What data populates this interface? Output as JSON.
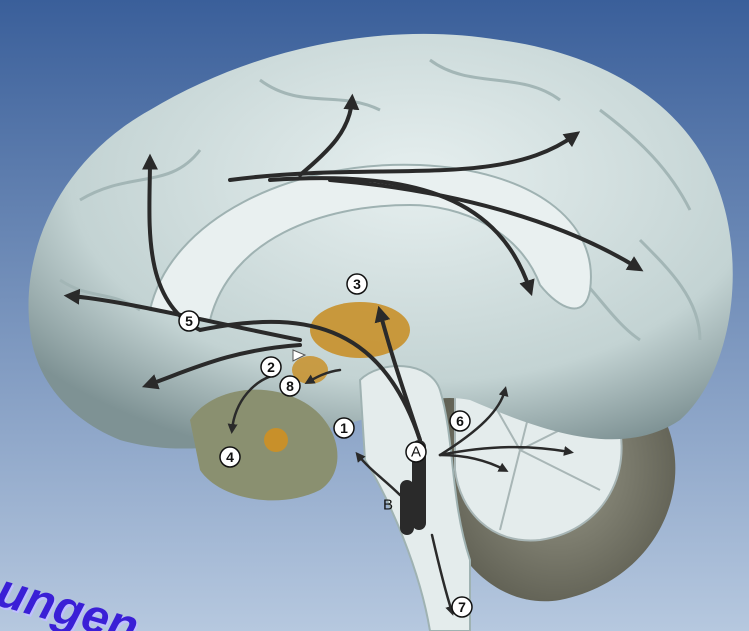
{
  "labels": {
    "l1": "1",
    "l2": "2",
    "l3": "3",
    "l4": "4",
    "l5": "5",
    "l6": "6",
    "l7": "7",
    "l8": "8",
    "lA": "A",
    "lB": "B"
  },
  "watermark": "ungen",
  "colors": {
    "background_top": "#3a5f9a",
    "background_bottom": "#b6c8df",
    "cortex": "#d9e6e6",
    "cortex_shadow": "#8fa4a6",
    "nucleus": "#c8902a",
    "arrow": "#2a2a2a",
    "watermark": "#3a1fd6"
  }
}
